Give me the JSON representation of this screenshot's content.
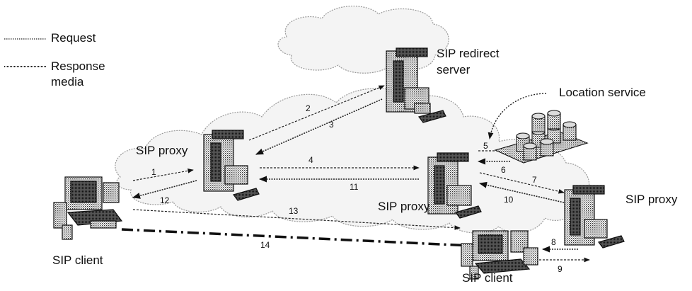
{
  "legend": {
    "request_label": "Request",
    "response_label": "Response",
    "media_label": "media"
  },
  "nodes": {
    "redirect_server_line1": "SIP redirect",
    "redirect_server_line2": "server",
    "location_service": "Location service",
    "proxy_left": "SIP proxy",
    "proxy_center": "SIP proxy",
    "proxy_right": "SIP proxy",
    "client_left": "SIP client",
    "client_right": "SIP client"
  },
  "messages": [
    {
      "n": "1",
      "kind": "request"
    },
    {
      "n": "2",
      "kind": "request"
    },
    {
      "n": "3",
      "kind": "response"
    },
    {
      "n": "4",
      "kind": "request"
    },
    {
      "n": "5",
      "kind": "request"
    },
    {
      "n": "6",
      "kind": "response"
    },
    {
      "n": "7",
      "kind": "request"
    },
    {
      "n": "8",
      "kind": "request"
    },
    {
      "n": "9",
      "kind": "response"
    },
    {
      "n": "10",
      "kind": "response"
    },
    {
      "n": "11",
      "kind": "response"
    },
    {
      "n": "12",
      "kind": "response"
    },
    {
      "n": "13",
      "kind": "request"
    },
    {
      "n": "14",
      "kind": "media"
    }
  ],
  "colors": {
    "cloud_fill": "#f2f2f2",
    "cloud_stroke": "#9a9a9a",
    "ink": "#111111",
    "device_fill": "#b5b5b5"
  }
}
